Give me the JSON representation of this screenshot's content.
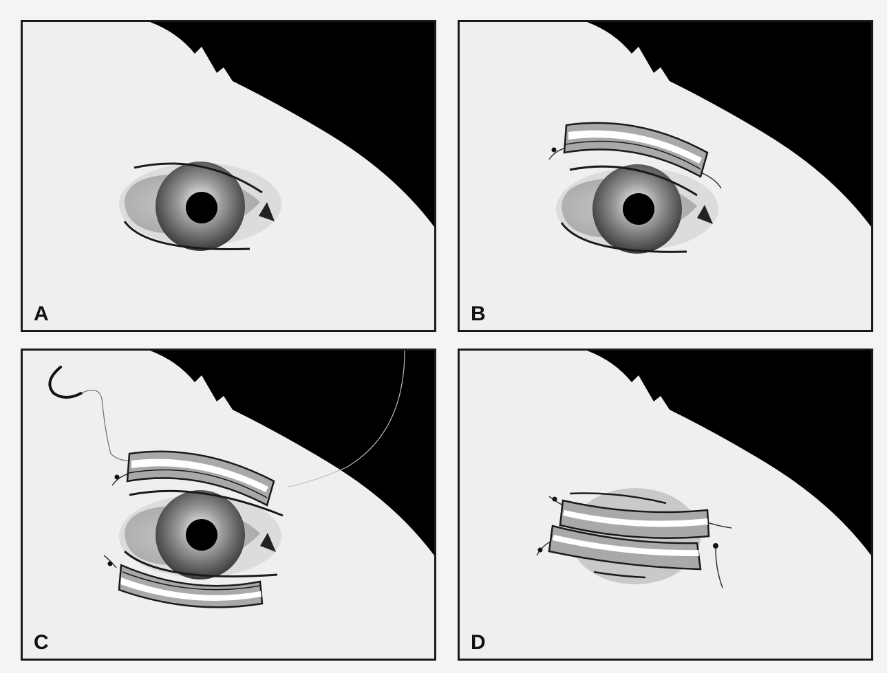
{
  "panels": [
    {
      "label": "A"
    },
    {
      "label": "B"
    },
    {
      "label": "C"
    },
    {
      "label": "D"
    }
  ],
  "colors": {
    "background": "#efefef",
    "hair": "#000000",
    "outline": "#1a1a1a",
    "pad_gray": "#a9a9a9",
    "pad_white": "#ffffff",
    "pupil": "#000000"
  }
}
